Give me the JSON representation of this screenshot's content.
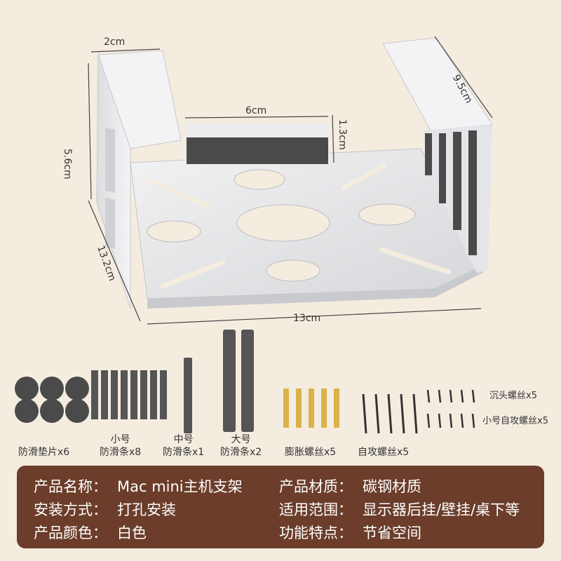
{
  "dimensions": {
    "top_width": "2cm",
    "right_depth": "9.5cm",
    "left_height": "5.6cm",
    "center_width": "6cm",
    "center_height": "1.3cm",
    "side_depth": "13.2cm",
    "bottom_width": "13cm"
  },
  "accessories": {
    "pads": "防滑垫片x6",
    "small_strips_line1": "小号",
    "small_strips_line2": "防滑条x8",
    "medium_strip_line1": "中号",
    "medium_strip_line2": "防滑条x1",
    "large_strips_line1": "大号",
    "large_strips_line2": "防滑条x2",
    "anchors": "膨胀螺丝x5",
    "tapping_screws": "自攻螺丝x5",
    "countersunk_screws": "沉头螺丝x5",
    "small_tapping_screws": "小号自攻螺丝x5"
  },
  "specs": {
    "name_label": "产品名称：",
    "name_value": "Mac mini主机支架",
    "material_label": "产品材质：",
    "material_value": "碳钢材质",
    "install_label": "安装方式：",
    "install_value": "打孔安装",
    "scope_label": "适用范围：",
    "scope_value": "显示器后挂/壁挂/桌下等",
    "color_label": "产品颜色：",
    "color_value": "白色",
    "feature_label": "功能特点：",
    "feature_value": "节省空间"
  },
  "colors": {
    "background": "#f5ece0",
    "panel": "#6b3d2a",
    "bracket": "#e6e6e8",
    "rubber": "#4a4a4a",
    "brass": "#d9b24a"
  }
}
